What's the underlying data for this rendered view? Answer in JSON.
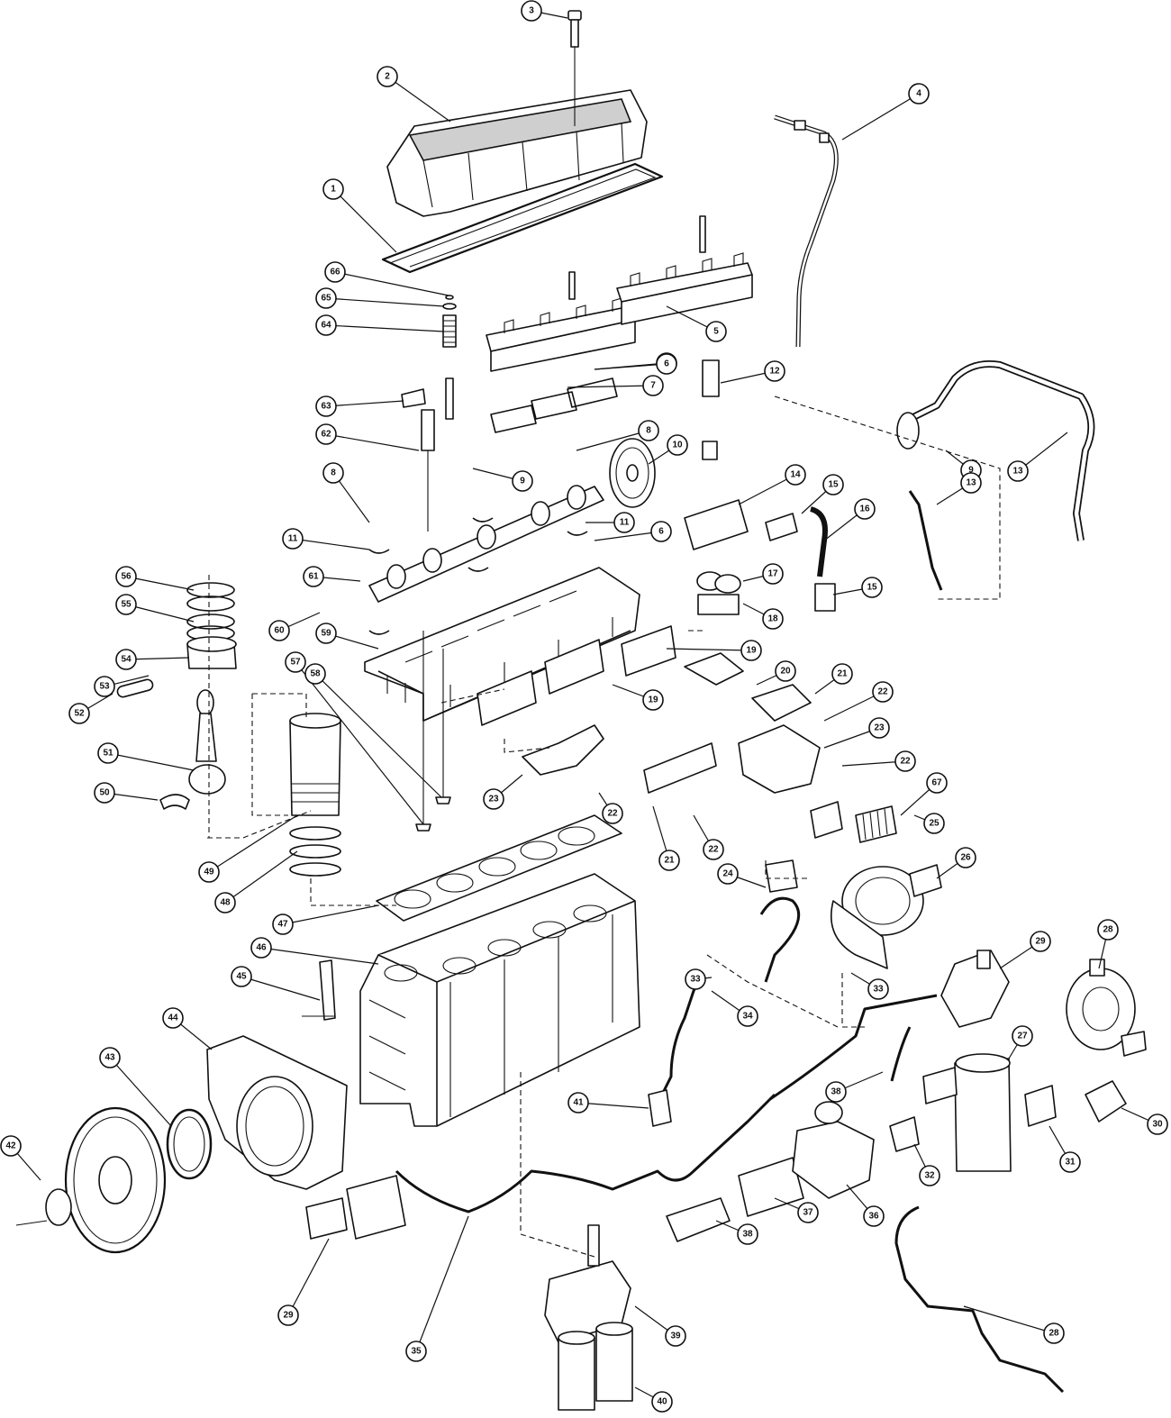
{
  "diagram": {
    "callouts": [
      {
        "label": "1"
      },
      {
        "label": "2"
      },
      {
        "label": "3"
      },
      {
        "label": "4"
      },
      {
        "label": "5"
      },
      {
        "label": "6"
      },
      {
        "label": "7"
      },
      {
        "label": "8"
      },
      {
        "label": "8"
      },
      {
        "label": "9"
      },
      {
        "label": "9"
      },
      {
        "label": "10"
      },
      {
        "label": "11"
      },
      {
        "label": "11"
      },
      {
        "label": "12"
      },
      {
        "label": "13"
      },
      {
        "label": "13"
      },
      {
        "label": "14"
      },
      {
        "label": "15"
      },
      {
        "label": "15"
      },
      {
        "label": "16"
      },
      {
        "label": "17"
      },
      {
        "label": "18"
      },
      {
        "label": "19"
      },
      {
        "label": "19"
      },
      {
        "label": "20"
      },
      {
        "label": "21"
      },
      {
        "label": "21"
      },
      {
        "label": "22"
      },
      {
        "label": "22"
      },
      {
        "label": "22"
      },
      {
        "label": "22"
      },
      {
        "label": "23"
      },
      {
        "label": "23"
      },
      {
        "label": "24"
      },
      {
        "label": "25"
      },
      {
        "label": "26"
      },
      {
        "label": "27"
      },
      {
        "label": "28"
      },
      {
        "label": "28"
      },
      {
        "label": "29"
      },
      {
        "label": "29"
      },
      {
        "label": "30"
      },
      {
        "label": "31"
      },
      {
        "label": "32"
      },
      {
        "label": "33"
      },
      {
        "label": "33"
      },
      {
        "label": "34"
      },
      {
        "label": "35"
      },
      {
        "label": "36"
      },
      {
        "label": "37"
      },
      {
        "label": "38"
      },
      {
        "label": "38"
      },
      {
        "label": "39"
      },
      {
        "label": "40"
      },
      {
        "label": "41"
      },
      {
        "label": "42"
      },
      {
        "label": "43"
      },
      {
        "label": "44"
      },
      {
        "label": "45"
      },
      {
        "label": "46"
      },
      {
        "label": "47"
      },
      {
        "label": "48"
      },
      {
        "label": "49"
      },
      {
        "label": "50"
      },
      {
        "label": "51"
      },
      {
        "label": "52"
      },
      {
        "label": "53"
      },
      {
        "label": "54"
      },
      {
        "label": "55"
      },
      {
        "label": "56"
      },
      {
        "label": "57"
      },
      {
        "label": "58"
      },
      {
        "label": "59"
      },
      {
        "label": "60"
      },
      {
        "label": "61"
      },
      {
        "label": "62"
      },
      {
        "label": "63"
      },
      {
        "label": "64"
      },
      {
        "label": "65"
      },
      {
        "label": "66"
      },
      {
        "label": "6"
      },
      {
        "label": "6"
      },
      {
        "label": "67"
      }
    ]
  }
}
